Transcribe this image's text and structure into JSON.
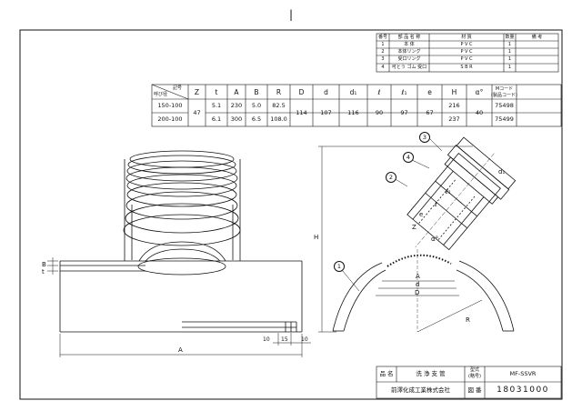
{
  "parts_table": {
    "headers": [
      "番号",
      "部 品 名 称",
      "材 質",
      "数量",
      "備 考"
    ],
    "rows": [
      {
        "no": "1",
        "name": "本 体",
        "material": "P V C",
        "qty": "1",
        "note": ""
      },
      {
        "no": "2",
        "name": "本体リング",
        "material": "P V C",
        "qty": "1",
        "note": ""
      },
      {
        "no": "3",
        "name": "受口リング",
        "material": "P V C",
        "qty": "1",
        "note": ""
      },
      {
        "no": "4",
        "name": "可とう ゴム 受口",
        "material": "S B R",
        "qty": "1",
        "note": ""
      }
    ]
  },
  "dim_table": {
    "corner": {
      "top": "記号",
      "bottom": "呼び径"
    },
    "headers": [
      "Z",
      "t",
      "A",
      "B",
      "R",
      "D",
      "d",
      "d₁",
      "ℓ",
      "ℓ₁",
      "e",
      "H",
      "α°"
    ],
    "code_header": {
      "line1": "Mコード",
      "line2": "(製品コード)"
    },
    "rows": [
      {
        "size": "150-100",
        "t": "5.1",
        "A": "230",
        "B": "5.0",
        "R": "82.5",
        "H": "216",
        "code": "75498"
      },
      {
        "size": "200-100",
        "t": "6.1",
        "A": "300",
        "B": "6.5",
        "R": "108.0",
        "H": "237",
        "code": "75499"
      }
    ],
    "shared": {
      "Z": "47",
      "D": "114",
      "d": "107",
      "d1": "116",
      "l": "90",
      "l1": "97",
      "e": "67",
      "alpha": "40"
    }
  },
  "left_view": {
    "dims": {
      "a": "A",
      "b": "B",
      "t": "t",
      "ten_left": "10",
      "ten_right": "10",
      "fifteen": "15"
    }
  },
  "right_view": {
    "balloons": [
      "1",
      "2",
      "3",
      "4"
    ],
    "labels": {
      "h": "H",
      "a": "A",
      "d": "d",
      "D": "D",
      "R": "R",
      "d1": "d₁",
      "alpha": "α°",
      "e": "e",
      "z": "Z",
      "l": "ℓ",
      "l1": "ℓ₁"
    }
  },
  "title_block": {
    "name_label": "品 名",
    "name_value": "洗 浄 支 管",
    "model_label_1": "型式",
    "model_label_2": "(略号)",
    "model_value": "MF-SSVR",
    "company": "前澤化成工業株式会社",
    "drawing_no_label": "図 番",
    "drawing_no": "18031000"
  },
  "top_mark": "|"
}
